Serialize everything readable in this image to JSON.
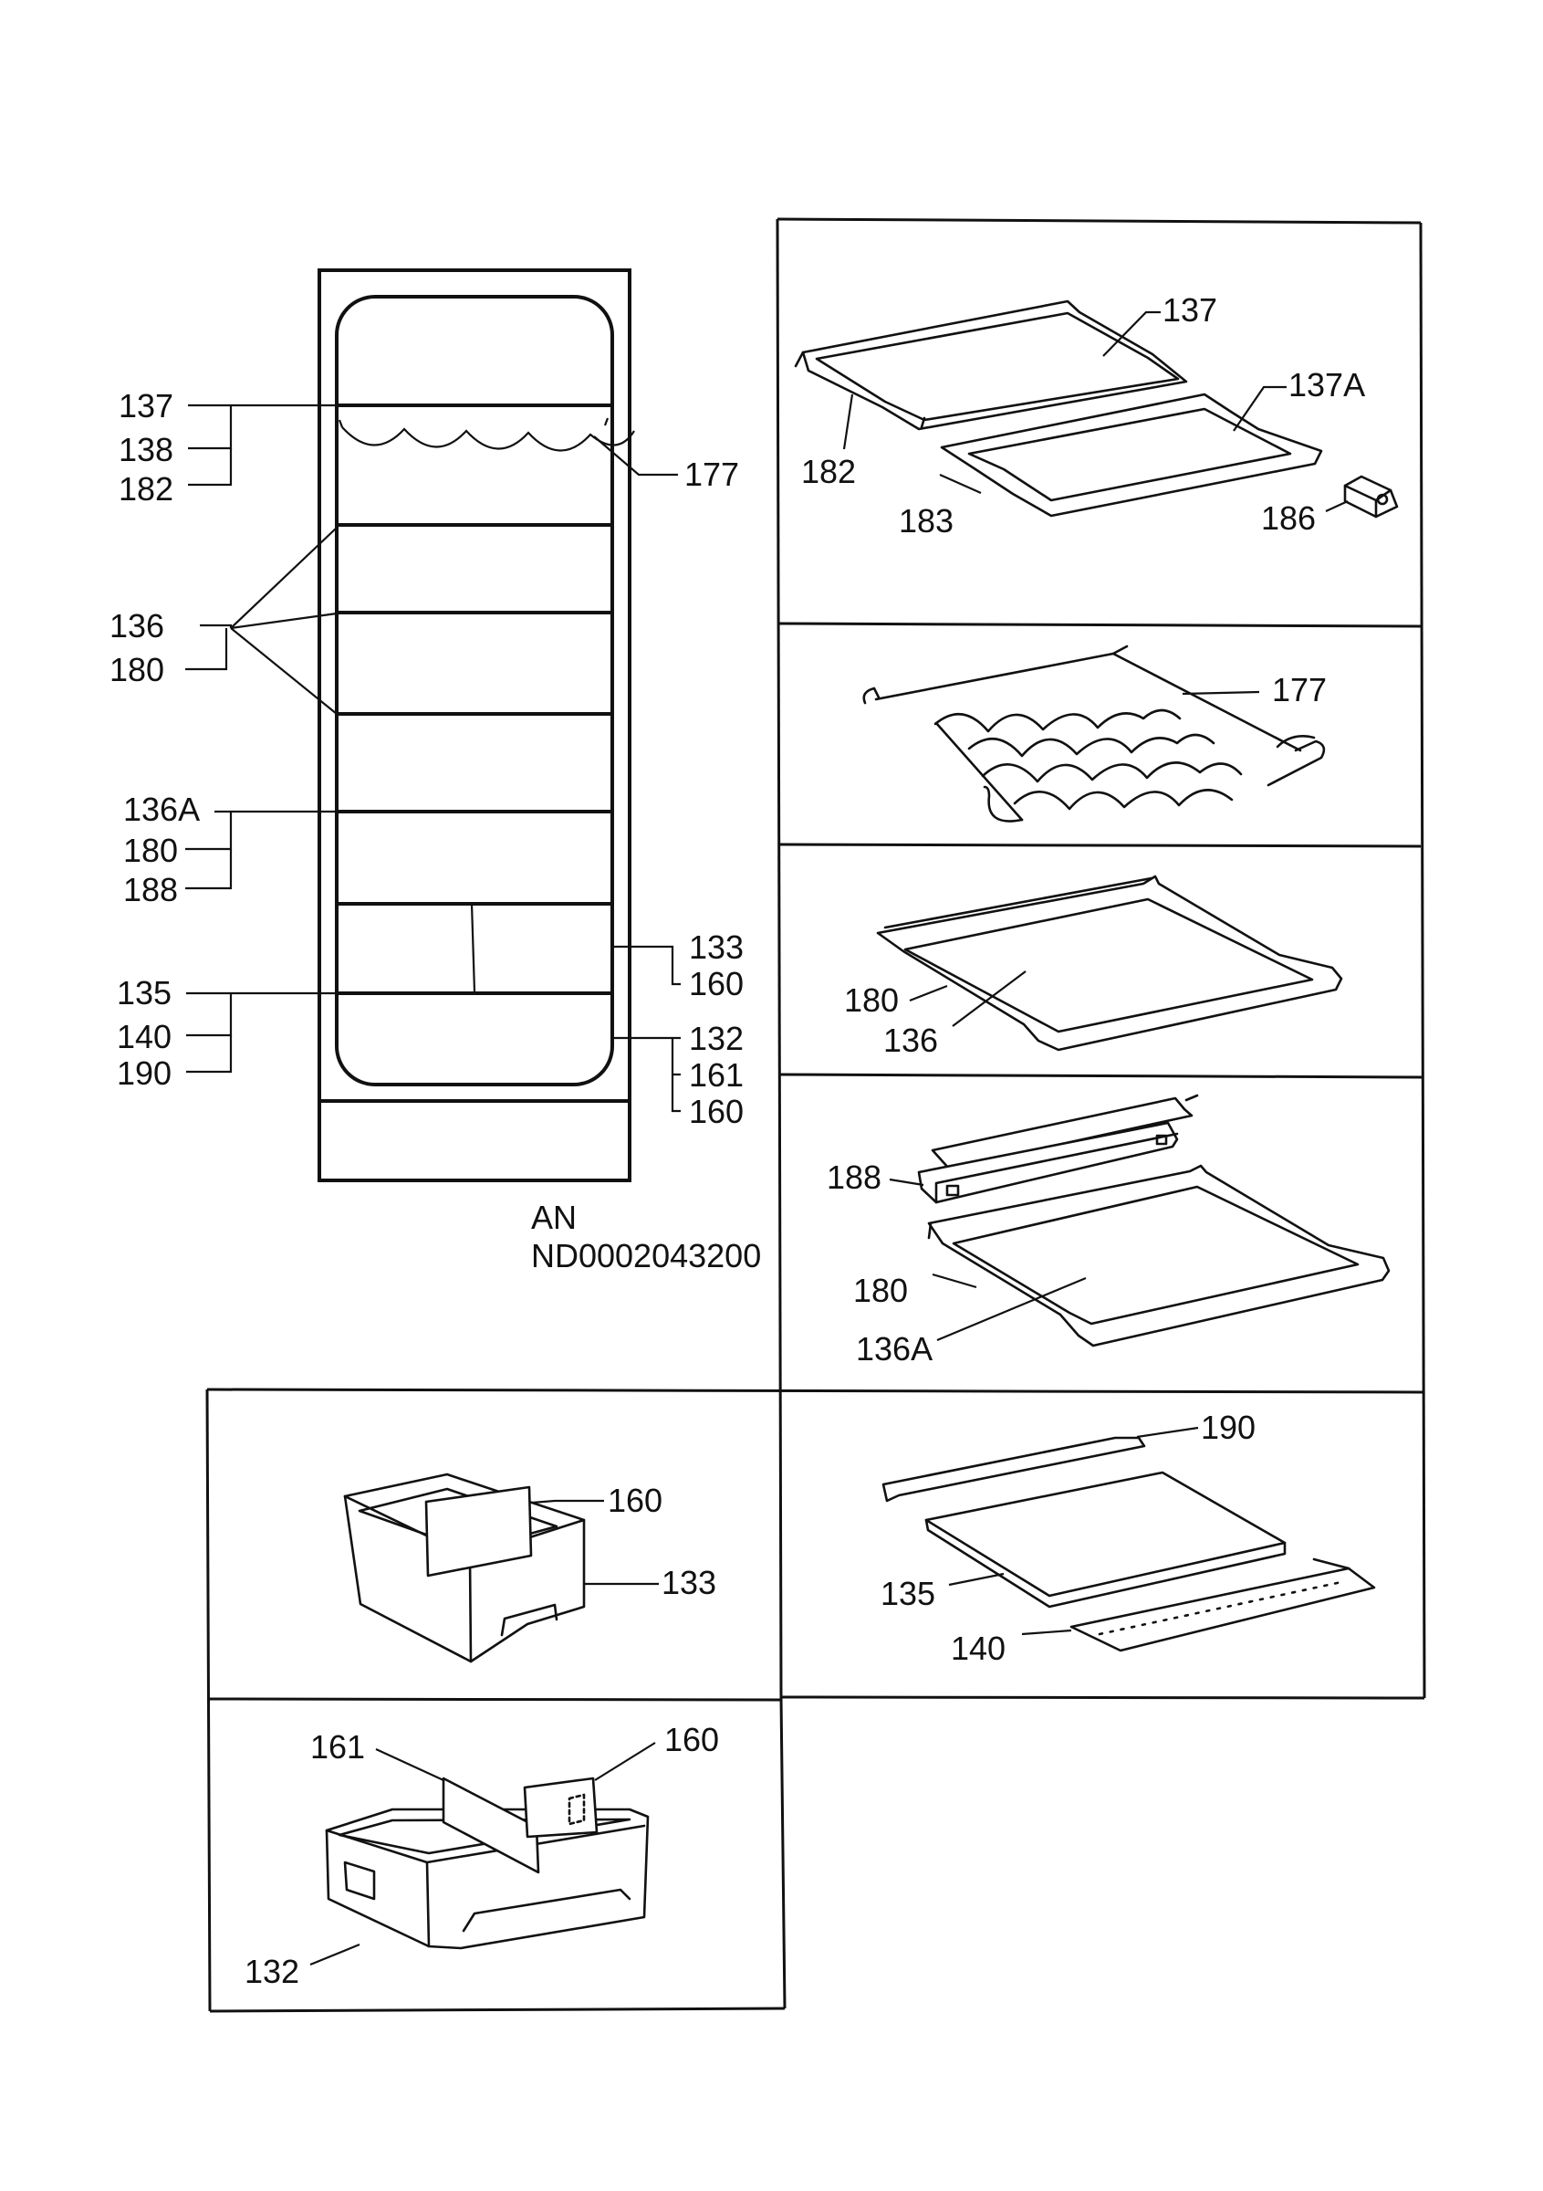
{
  "diagram_code": [
    "AN",
    "ND0002043200"
  ],
  "overview_labels": {
    "l137": "137",
    "l138": "138",
    "l182": "182",
    "l177": "177",
    "l136": "136",
    "l180a": "180",
    "l136A": "136A",
    "l180b": "180",
    "l188": "188",
    "l133": "133",
    "l160a": "160",
    "l135": "135",
    "l140": "140",
    "l190": "190",
    "l132": "132",
    "l161": "161",
    "l160b": "160"
  },
  "panels": {
    "p1": {
      "l137": "137",
      "l137A": "137A",
      "l182": "182",
      "l183": "183",
      "l186": "186"
    },
    "p2": {
      "l177": "177"
    },
    "p3": {
      "l180": "180",
      "l136": "136"
    },
    "p4": {
      "l188": "188",
      "l180": "180",
      "l136A": "136A"
    },
    "p5": {
      "l160": "160",
      "l133": "133"
    },
    "p6": {
      "l190": "190",
      "l135": "135",
      "l140": "140"
    },
    "p7": {
      "l161": "161",
      "l160": "160",
      "l132": "132"
    }
  }
}
